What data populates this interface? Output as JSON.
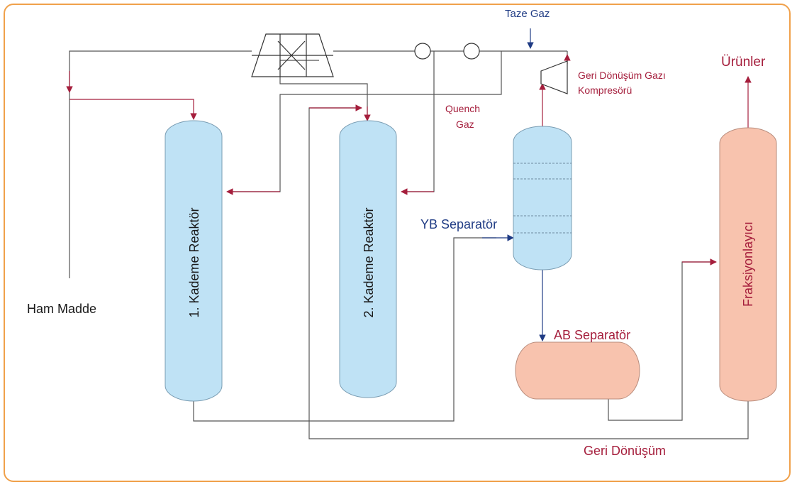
{
  "labels": {
    "taze_gaz": "Taze Gaz",
    "geri_donusum_gazi_line1": "Geri Dönüşüm Gazı",
    "geri_donusum_gazi_line2": "Kompresörü",
    "urunler": "Ürünler",
    "quench_line1": "Quench",
    "quench_line2": "Gaz",
    "yb_separator": "YB Separatör",
    "ab_separator": "AB Separatör",
    "ham_madde": "Ham Madde",
    "reactor1": "1. Kademe Reaktör",
    "reactor2": "2. Kademe Reaktör",
    "fraksiyonlayici": "Fraksiyonlayıcı",
    "geri_donusum": "Geri Dönüşüm"
  },
  "colors": {
    "border": "#f0a14b",
    "red_line": "#a51e3c",
    "blue_line": "#1f3b84",
    "gray_line": "#555555",
    "vessel_blue": "#bfe2f5",
    "vessel_peach": "#f8c3ae",
    "text_dark": "#1a1a1a"
  }
}
